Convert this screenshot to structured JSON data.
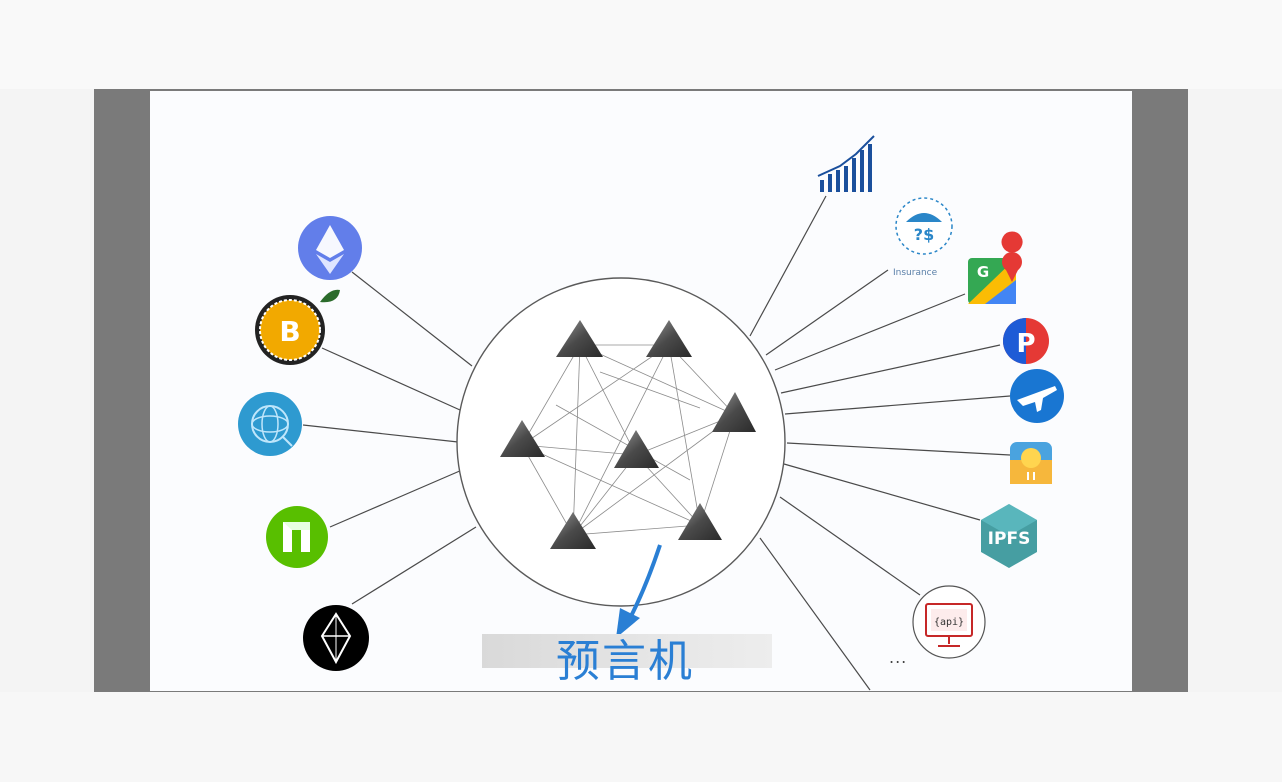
{
  "caption": {
    "text": "预言机"
  },
  "oracle_node_count": 7,
  "blockchains": [
    {
      "name": "ethereum-icon",
      "color": "#627eea"
    },
    {
      "name": "bitcoin-icon",
      "color": "#f2a900"
    },
    {
      "name": "qtum-icon",
      "color": "#2e9ad0"
    },
    {
      "name": "neo-icon",
      "color": "#58bf00"
    },
    {
      "name": "eos-icon",
      "color": "#000000"
    }
  ],
  "data_sources": [
    {
      "name": "market-chart-icon",
      "color": "#1a4f9c"
    },
    {
      "name": "insurance-icon",
      "color": "#2a86c8",
      "label": "Insurance"
    },
    {
      "name": "google-maps-icon",
      "color": "#34a853"
    },
    {
      "name": "parking-icon",
      "color": "#e53935"
    },
    {
      "name": "flight-icon",
      "color": "#1976d2"
    },
    {
      "name": "weather-icon",
      "color": "#f6b73c"
    },
    {
      "name": "ipfs-icon",
      "color": "#469ea2",
      "text": "IPFS"
    },
    {
      "name": "api-icon",
      "color": "#d44",
      "text": "{api}"
    }
  ],
  "more_sources": {
    "text": "..."
  },
  "colors": {
    "caption": "#2a7fd4",
    "lines": "#4a4a4a",
    "circle": "#5a5a5a"
  }
}
